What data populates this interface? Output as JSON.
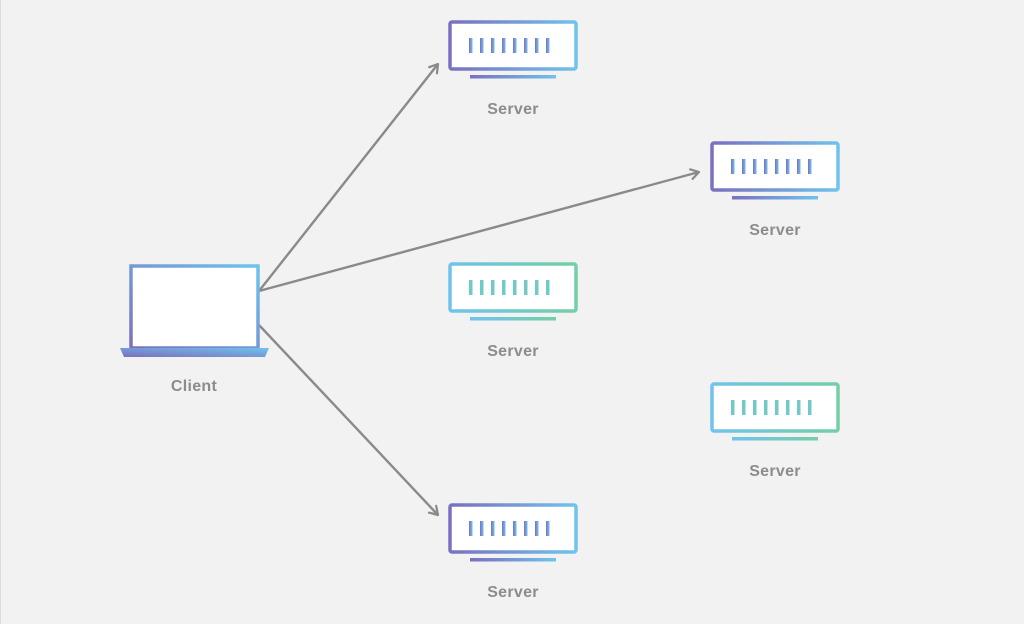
{
  "diagram": {
    "client": {
      "label": "Client",
      "icon": "laptop-icon"
    },
    "servers": [
      {
        "label": "Server",
        "icon": "server-icon",
        "gradient": "purple",
        "connected": true
      },
      {
        "label": "Server",
        "icon": "server-icon",
        "gradient": "purple",
        "connected": true
      },
      {
        "label": "Server",
        "icon": "server-icon",
        "gradient": "teal",
        "connected": false
      },
      {
        "label": "Server",
        "icon": "server-icon",
        "gradient": "teal",
        "connected": false
      },
      {
        "label": "Server",
        "icon": "server-icon",
        "gradient": "purple",
        "connected": true
      }
    ],
    "colors": {
      "background": "#f2f2f2",
      "arrow": "#8a8a8a",
      "label": "#8c8c8c",
      "purple_gradient": [
        "#7b6fc0",
        "#6fc3ec"
      ],
      "teal_gradient": [
        "#6fc3ec",
        "#74cfa6"
      ]
    }
  }
}
